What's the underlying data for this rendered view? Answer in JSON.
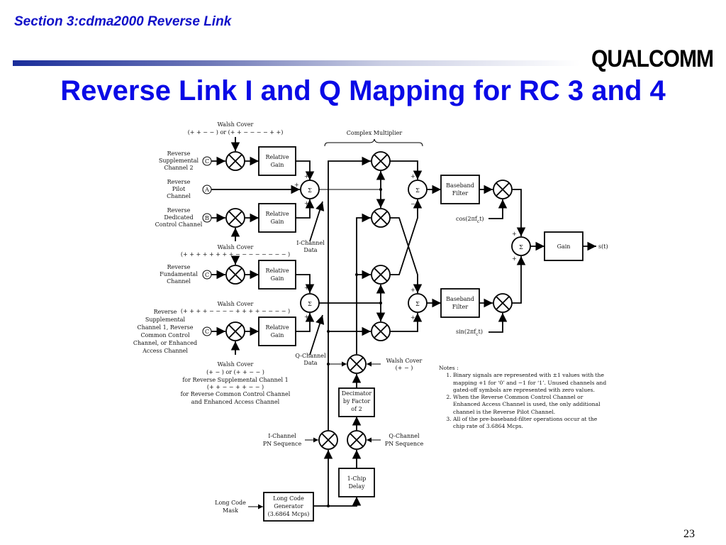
{
  "header": {
    "section": "Section 3:cdma2000 Reverse Link",
    "logo": "QUALCOMM",
    "title": "Reverse Link I and Q Mapping for RC 3 and 4",
    "page_number": "23"
  },
  "colors": {
    "section_text": "#1010c8",
    "title_text": "#0a0ae6",
    "bar_start": "#1a2d9a"
  },
  "diagram": {
    "inputs": {
      "sup2": {
        "lines": [
          "Reverse",
          "Supplemental",
          "Channel 2"
        ],
        "tag": "C"
      },
      "pilot": {
        "lines": [
          "Reverse",
          "Pilot",
          "Channel"
        ],
        "tag": "A"
      },
      "dcch": {
        "lines": [
          "Reverse",
          "Dedicated",
          "Control Channel"
        ],
        "tag": "B"
      },
      "fch": {
        "lines": [
          "Reverse",
          "Fundamental",
          "Channel"
        ],
        "tag": "C"
      },
      "sup1": {
        "lines": [
          "Reverse",
          "Supplemental",
          "Channel 1, Reverse",
          "Common Control",
          "Channel, or Enhanced",
          "Access Channel"
        ],
        "tag": "C"
      }
    },
    "walsh": {
      "sup2": [
        "Walsh Cover",
        "(+ + − − ) or (+ + − − − − + +)"
      ],
      "dcch": [
        "Walsh Cover",
        "(+ + + + + + + + − − − − − − − − )"
      ],
      "fch": [
        "Walsh Cover",
        "(+ + + + − − − − + + + + − − − − )"
      ],
      "sup1": [
        "Walsh Cover",
        "(+ − ) or (+ + − − )",
        "for Reverse Supplemental Channel 1",
        "(+ + − − + + − − )",
        "for Reverse Common Control Channel",
        "and Enhanced Access Channel"
      ],
      "q_data": [
        "Walsh Cover",
        "(+ − )"
      ]
    },
    "blocks": {
      "relative_gain": [
        "Relative",
        "Gain"
      ],
      "baseband_filter": [
        "Baseband",
        "Filter"
      ],
      "gain": "Gain",
      "decimator": [
        "Decimator",
        "by Factor",
        "of 2"
      ],
      "chip_delay": [
        "1-Chip",
        "Delay"
      ],
      "long_code_gen": [
        "Long Code",
        "Generator",
        "(3.6864 Mcps)"
      ]
    },
    "labels": {
      "complex_multiplier": "Complex Multiplier",
      "i_channel_data": [
        "I-Channel",
        "Data"
      ],
      "q_channel_data": [
        "Q-Channel",
        "Data"
      ],
      "i_pn": [
        "I-Channel",
        "PN Sequence"
      ],
      "q_pn": [
        "Q-Channel",
        "PN Sequence"
      ],
      "long_code_mask": [
        "Long Code",
        "Mask"
      ],
      "cos": "cos(2πf",
      "sin": "sin(2πf",
      "carrier_sub": "c",
      "carrier_tail": "t)",
      "output": "s(t)",
      "sigma": "Σ",
      "plus": "+",
      "minus": "−"
    },
    "notes": {
      "heading": "Notes :",
      "items": [
        "Binary signals are represented with ±1 values with the mapping +1 for ‘0’ and −1 for ‘1’. Unused channels and gated-off symbols are represented with zero values.",
        "When the Reverse Common Control Channel or Enhanced Access Channel is used, the only additional channel is the Reverse Pilot Channel.",
        "All of the pre-baseband-filter operations occur at the chip rate of 3.6864 Mcps."
      ]
    }
  }
}
